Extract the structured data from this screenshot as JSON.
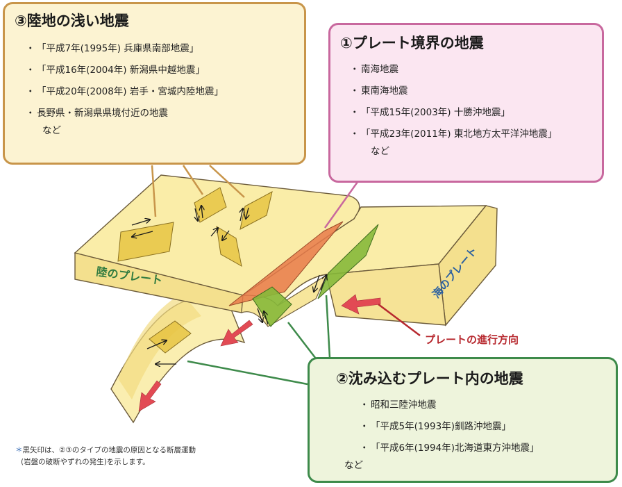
{
  "box3": {
    "title": "③陸地の浅い地震",
    "items": [
      "「平成7年(1995年) 兵庫県南部地震」",
      "「平成16年(2004年) 新潟県中越地震」",
      "「平成20年(2008年) 岩手・宮城内陸地震」",
      "長野県・新潟県県境付近の地震"
    ],
    "etc": "など"
  },
  "box1": {
    "title": "①プレート境界の地震",
    "items": [
      "南海地震",
      "東南海地震",
      "「平成15年(2003年) 十勝沖地震」",
      "「平成23年(2011年) 東北地方太平洋沖地震」"
    ],
    "etc": "など"
  },
  "box2": {
    "title": "②沈み込むプレート内の地震",
    "items": [
      "昭和三陸沖地震",
      "「平成5年(1993年)釧路沖地震」",
      "「平成6年(1994年)北海道東方沖地震」"
    ],
    "etc": "など"
  },
  "labels": {
    "land_plate": "陸のプレート",
    "ocean_plate": "海のプレート",
    "direction": "プレートの進行方向"
  },
  "note": {
    "star": "＊",
    "line1": "黒矢印は、②③のタイプの地震の原因となる断層運動",
    "line2": "(岩盤の破断やずれの発生)を示します。"
  },
  "colors": {
    "plate_top": "#faeda8",
    "plate_side": "#f4e08e",
    "plate_edge": "#6b5a3a",
    "fault_shallow": "#e6c23c",
    "fault_boundary": "#e87a4a",
    "fault_slab": "#86b83a",
    "red_arrow": "#e24a54",
    "land_label": "#2f7a3f",
    "ocean_label": "#2a5fa0",
    "direction_label": "#b7282e"
  }
}
